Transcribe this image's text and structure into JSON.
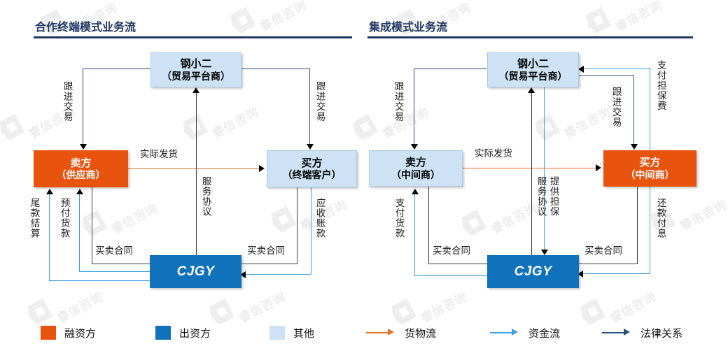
{
  "panels": [
    {
      "title": "合作终端模式业务流",
      "nodes": {
        "platform": {
          "l1": "钢小二",
          "l2": "（贸易平台商）",
          "color": "#CDE3F5"
        },
        "seller": {
          "l1": "卖方",
          "l2": "（供应商）",
          "color": "#E8530E"
        },
        "buyer": {
          "l1": "买方",
          "l2": "（终端客户）",
          "color": "#CDE3F5"
        },
        "funder": {
          "l1": "CJGY",
          "color": "#1072BA"
        }
      },
      "labels": {
        "follow_left": "跟进交易",
        "follow_right": "跟进交易",
        "ship": "实际发货",
        "service": "服务协议",
        "final_payment": "尾款结算",
        "prepay": "预付货款",
        "contract_left": "买卖合同",
        "contract_right": "买卖合同",
        "receivable": "应收账款"
      }
    },
    {
      "title": "集成模式业务流",
      "nodes": {
        "platform": {
          "l1": "钢小二",
          "l2": "（贸易平台商）",
          "color": "#CDE3F5"
        },
        "seller": {
          "l1": "卖方",
          "l2": "（中间商）",
          "color": "#CDE3F5"
        },
        "buyer": {
          "l1": "买方",
          "l2": "（中间商）",
          "color": "#E8530E"
        },
        "funder": {
          "l1": "CJGY",
          "color": "#1072BA"
        }
      },
      "labels": {
        "follow_left": "跟进交易",
        "follow_right": "跟进交易",
        "ship": "实际发货",
        "service": "服务协议",
        "guarantee": "提供担保",
        "guarantee_fee": "支付担保费",
        "pay_goods": "支付货款",
        "contract_left": "买卖合同",
        "contract_right": "买卖合同",
        "repay": "还款付息"
      }
    }
  ],
  "legend": {
    "items": [
      {
        "label": "融资方",
        "type": "swatch",
        "color": "#E8530E"
      },
      {
        "label": "出资方",
        "type": "swatch",
        "color": "#1072BA"
      },
      {
        "label": "其他",
        "type": "swatch",
        "color": "#CDE3F5"
      },
      {
        "label": "货物流",
        "type": "arrow",
        "color": "#E8702A"
      },
      {
        "label": "资金流",
        "type": "arrow",
        "color": "#3FA0E0"
      },
      {
        "label": "法律关系",
        "type": "arrow",
        "color": "#2E4F79"
      }
    ]
  },
  "watermark": {
    "text": "睿信咨询"
  }
}
